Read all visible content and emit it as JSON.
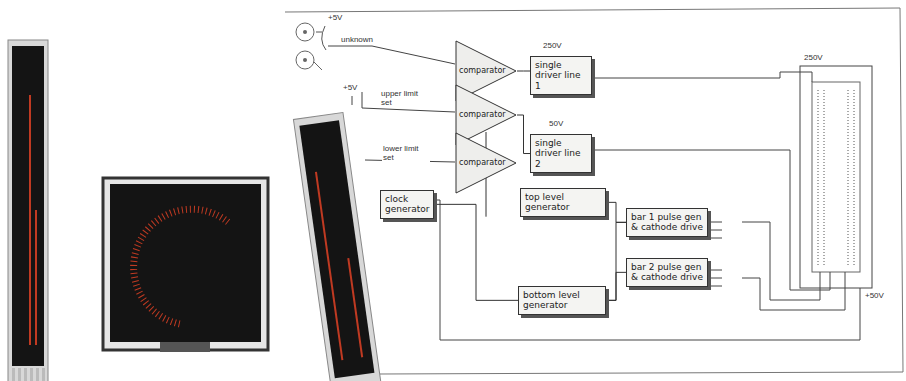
{
  "diagram": {
    "nodes": [
      {
        "text": [
          "comparator"
        ]
      },
      {
        "text": [
          "comparator"
        ]
      },
      {
        "text": [
          "comparator"
        ]
      },
      {
        "text": [
          "single driver line 1"
        ]
      },
      {
        "text": [
          "single driver line 2"
        ]
      },
      {
        "text": [
          "clock generator"
        ]
      },
      {
        "text": [
          "top level generator"
        ]
      },
      {
        "text": [
          "bar 1 pulse gen & cathode drive"
        ]
      },
      {
        "text": [
          "bar 2 pulse gen & cathode drive"
        ]
      },
      {
        "text": [
          "bottom level generator"
        ]
      }
    ],
    "edges": [
      {
        "from": 0,
        "to": 3,
        "arrow": "none"
      },
      {
        "from": 1,
        "to": 4,
        "arrow": "none"
      },
      {
        "from": 2,
        "to": 6,
        "arrow": "none"
      },
      {
        "from": 5,
        "to": 9,
        "arrow": "none"
      },
      {
        "from": 6,
        "to": 7,
        "arrow": "none"
      },
      {
        "from": 9,
        "to": 8,
        "arrow": "none"
      },
      {
        "from": 9,
        "to": 7,
        "arrow": "none"
      }
    ],
    "labels": [
      "+5V",
      "+5V",
      "unknown",
      "upper limit set",
      "lower limit set",
      "250V",
      "50V",
      "250V",
      "+50V"
    ]
  }
}
